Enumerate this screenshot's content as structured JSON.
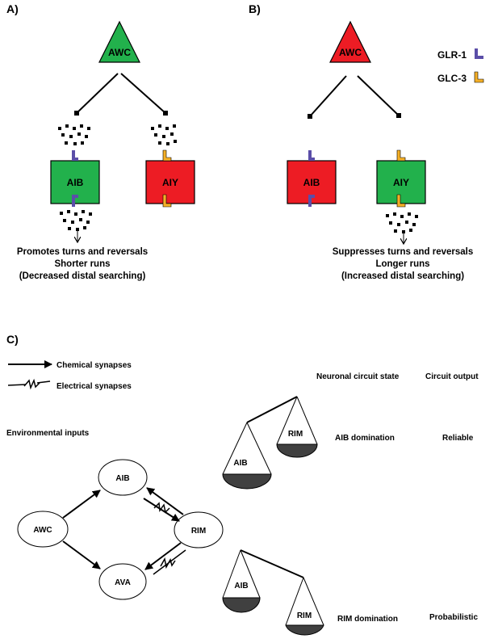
{
  "panel_a": {
    "label": "A)",
    "awc_label": "AWC",
    "aib_label": "AIB",
    "aiy_label": "AIY",
    "caption_line1": "Promotes turns and reversals",
    "caption_line2": "Shorter runs",
    "caption_line3": "(Decreased distal searching)",
    "awc_color": "#22b14c",
    "aib_color": "#22b14c",
    "aiy_color": "#ed1c24"
  },
  "panel_b": {
    "label": "B)",
    "awc_label": "AWC",
    "aib_label": "AIB",
    "aiy_label": "AIY",
    "caption_line1": "Suppresses turns and reversals",
    "caption_line2": "Longer runs",
    "caption_line3": "(Increased distal searching)",
    "awc_color": "#ed1c24",
    "aib_color": "#ed1c24",
    "aiy_color": "#22b14c"
  },
  "legend_receptors": {
    "glr1_label": "GLR-1",
    "glc3_label": "GLC-3",
    "glr1_color": "#5b4ea8",
    "glc3_color": "#f5b027"
  },
  "panel_c": {
    "label": "C)",
    "chemical_label": "Chemical synapses",
    "electrical_label": "Electrical synapses",
    "env_inputs": "Environmental inputs",
    "state_header": "Neuronal circuit state",
    "output_header": "Circuit output",
    "nodes": {
      "awc": "AWC",
      "aib": "AIB",
      "rim": "RIM",
      "ava": "AVA"
    },
    "balance_top": {
      "left_pan": "AIB",
      "right_pan": "RIM",
      "state": "AIB domination",
      "output": "Reliable"
    },
    "balance_bottom": {
      "left_pan": "AIB",
      "right_pan": "RIM",
      "state": "RIM domination",
      "output": "Probabilistic"
    }
  }
}
